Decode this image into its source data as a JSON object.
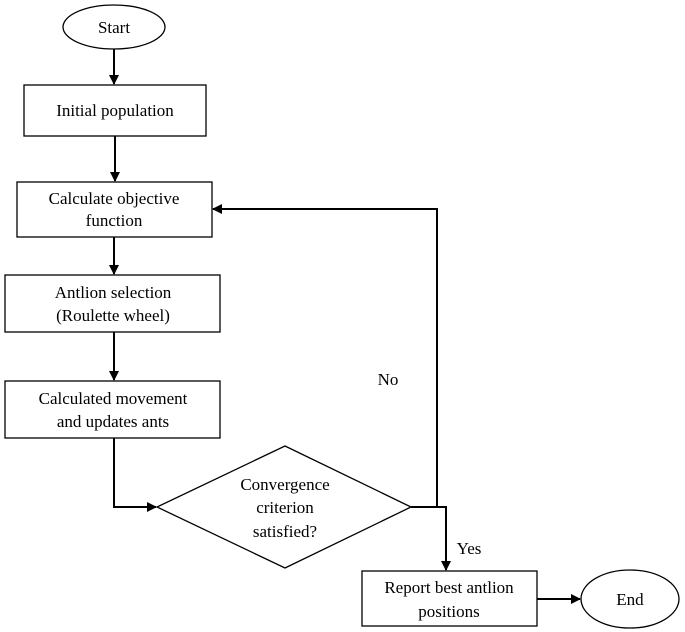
{
  "diagram": {
    "nodes": {
      "start": "Start",
      "initial_population": "Initial population",
      "calc_objective": [
        "Calculate objective",
        "function"
      ],
      "antlion_selection": [
        "Antlion selection",
        "(Roulette wheel)"
      ],
      "calc_movement": [
        "Calculated movement",
        "and updates ants"
      ],
      "convergence": [
        "Convergence",
        "criterion",
        "satisfied?"
      ],
      "report_best": [
        "Report best antlion",
        "positions"
      ],
      "end": "End"
    },
    "edge_labels": {
      "no": "No",
      "yes": "Yes"
    }
  }
}
